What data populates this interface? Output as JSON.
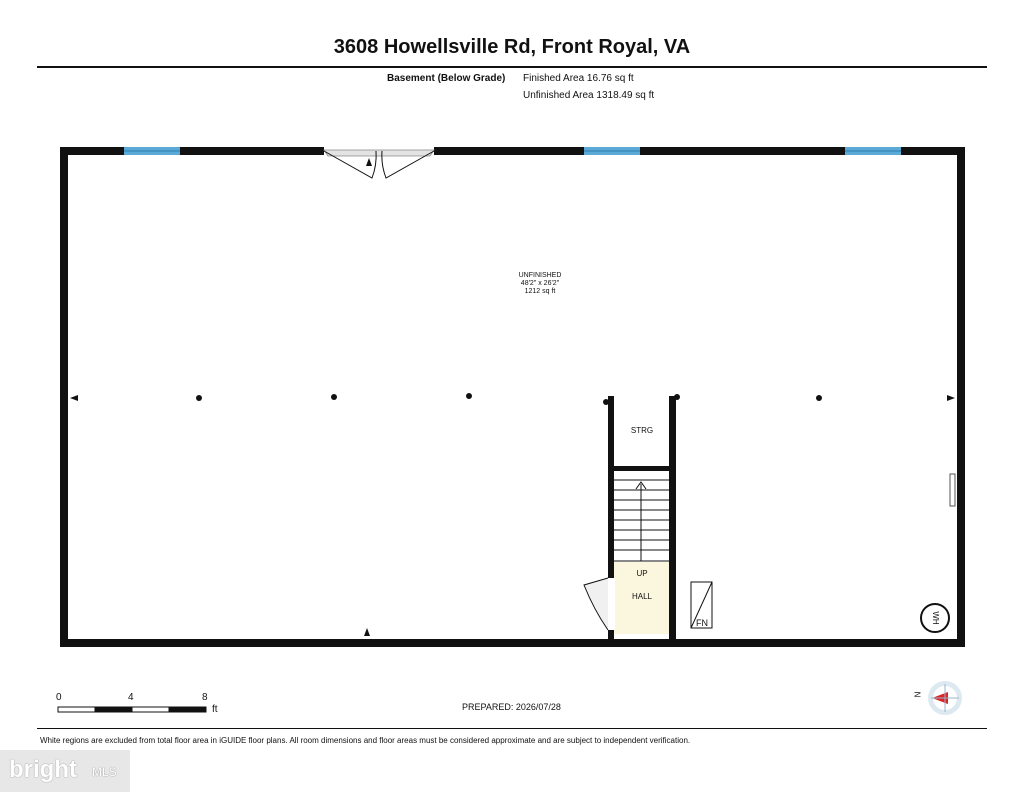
{
  "header": {
    "address": "3608 Howellsville Rd, Front Royal, VA"
  },
  "floor_summary": {
    "level_label": "Basement (Below Grade)",
    "finished_area": "Finished Area 16.76 sq ft",
    "unfinished_area": "Unfinished Area 1318.49 sq ft"
  },
  "rooms": {
    "main": {
      "name": "UNFINISHED",
      "dimensions": "48'2\" x 26'2\"",
      "area": "1212 sq ft"
    },
    "storage": {
      "name": "STRG"
    },
    "stairs": {
      "direction": "UP"
    },
    "hall": {
      "name": "HALL"
    }
  },
  "fixtures": {
    "furnace": "FN",
    "water_heater": "WH"
  },
  "scale_bar": {
    "ticks": [
      "0",
      "4",
      "8"
    ],
    "unit": "ft"
  },
  "footer": {
    "prepared": "PREPARED: 2026/07/28",
    "disclaimer": "White regions are excluded from total floor area in iGUIDE floor plans. All room dimensions and floor areas must be considered approximate and are subject to independent verification.",
    "compass_label": "N"
  },
  "watermark": {
    "brand": "bright",
    "sub": "MLS"
  },
  "colors": {
    "wall": "#111111",
    "window": "#5aa9d6",
    "hall_fill": "#fbf7df",
    "compass_red": "#d9262a"
  }
}
